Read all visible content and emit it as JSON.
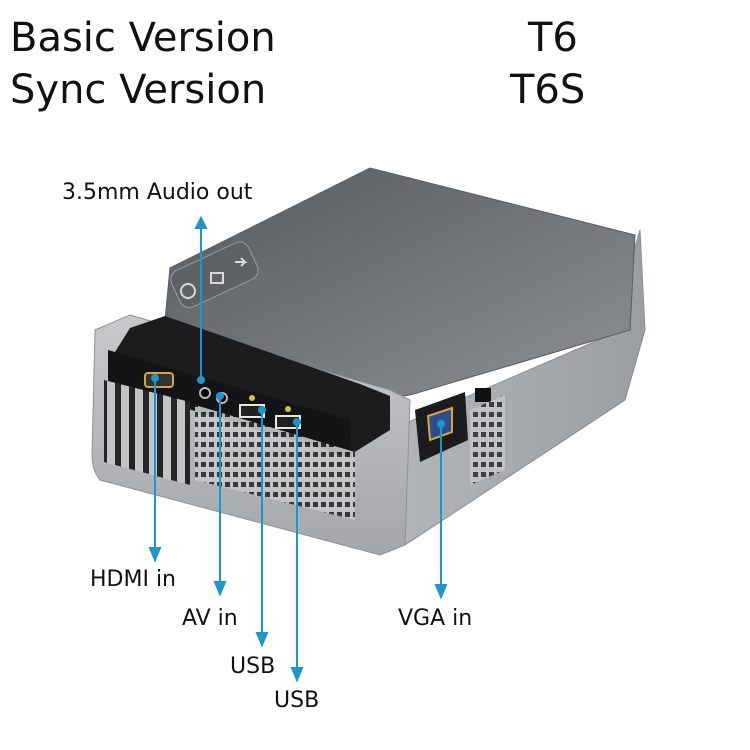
{
  "versions": [
    {
      "name": "Basic Version",
      "model": "T6"
    },
    {
      "name": "Sync Version",
      "model": "T6S"
    }
  ],
  "ports": {
    "audio_out": "3.5mm Audio out",
    "hdmi_in": "HDMI in",
    "av_in": "AV in",
    "usb_1": "USB",
    "usb_2": "USB",
    "vga_in": "VGA in"
  },
  "colors": {
    "arrow": "#1f95c8",
    "body": "#9ea2a6",
    "top_panel": "#6e7276",
    "front_panel": "#1c1c1e"
  }
}
